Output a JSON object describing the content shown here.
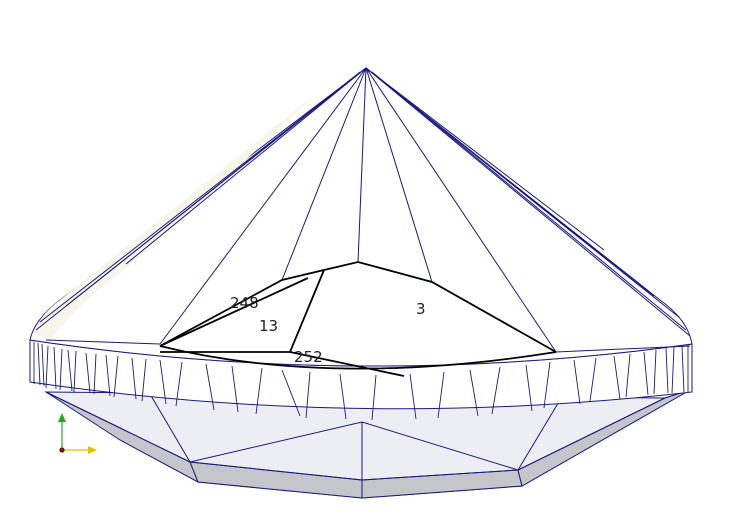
{
  "facet_labels": {
    "label_248": "248",
    "label_13": "13",
    "label_3": "3",
    "label_252": "252"
  },
  "colors": {
    "background": "#ffffff",
    "wire": "#1a1a7a",
    "highlight": "#000000",
    "pavilion_light": "#eceef4",
    "pavilion_dark": "#c4c6cc",
    "crown_glow": "#f8f6ea",
    "axis_y": "#22aa22",
    "axis_x": "#e0c000",
    "axis_origin": "#7a1010"
  },
  "icons": {
    "axis_triad": "axis-triad-icon"
  }
}
